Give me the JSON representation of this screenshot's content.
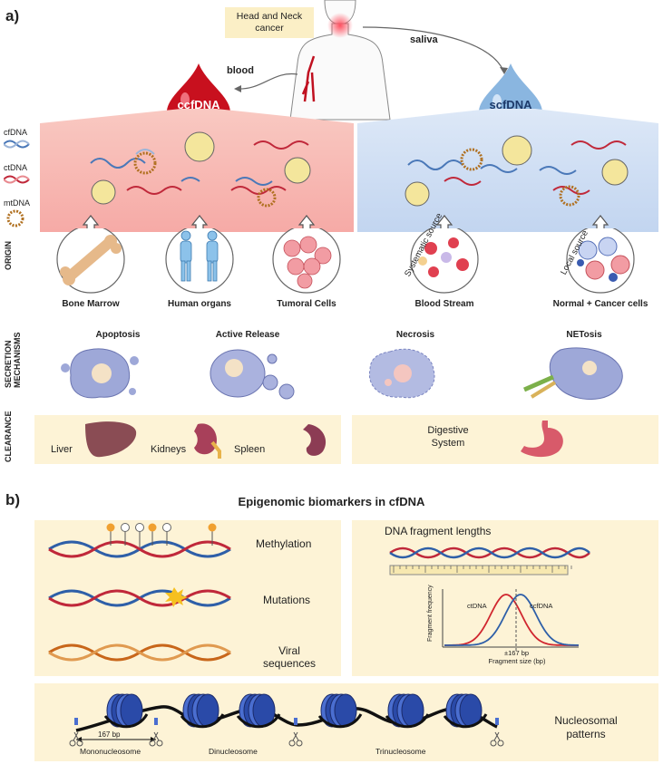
{
  "panel_a": {
    "label": "a)",
    "patient_box": "Head and Neck cancer",
    "saliva": "saliva",
    "blood": "blood",
    "ccfdna": "ccfDNA",
    "scfdna": "scfDNA",
    "legend": [
      "cfDNA",
      "ctDNA",
      "mtDNA"
    ],
    "row_origin": "ORIGIN",
    "row_secretion": "SECRETION MECHANISMS",
    "row_clearance": "CLEARANCE",
    "systematic_source": "Systematic source",
    "local_source": "Local source",
    "origins": [
      "Bone Marrow",
      "Human organs",
      "Tumoral Cells",
      "Blood Stream",
      "Normal + Cancer cells"
    ],
    "mechanisms": [
      "Apoptosis",
      "Active Release",
      "Necrosis",
      "NETosis"
    ],
    "clearance_left": [
      "Liver",
      "Kidneys",
      "Spleen"
    ],
    "clearance_right": "Digestive System",
    "colors": {
      "blood_red": "#c8101e",
      "saliva_blue": "#8ab6e0",
      "pink_band": "#f7b8b4",
      "blue_band": "#c9daf3",
      "clearance_bg": "#fdf3d6"
    }
  },
  "panel_b": {
    "label": "b)",
    "title": "Epigenomic biomarkers in cfDNA",
    "methylation": "Methylation",
    "mutations": "Mutations",
    "viral": "Viral sequences",
    "fragment_title": "DNA fragment lengths",
    "chart_ylabel": "Fragment frequency",
    "chart_xlabel": "Fragment size (bp)",
    "chart_ctdna": "ctDNA",
    "chart_ccfdna": "ccfDNA",
    "chart_marker": "±167 bp",
    "nucleosomal": "Nucleosomal patterns",
    "bp167": "167 bp",
    "mono": "Mononucleosome",
    "di": "Dinucleosome",
    "tri": "Trinucleosome"
  }
}
